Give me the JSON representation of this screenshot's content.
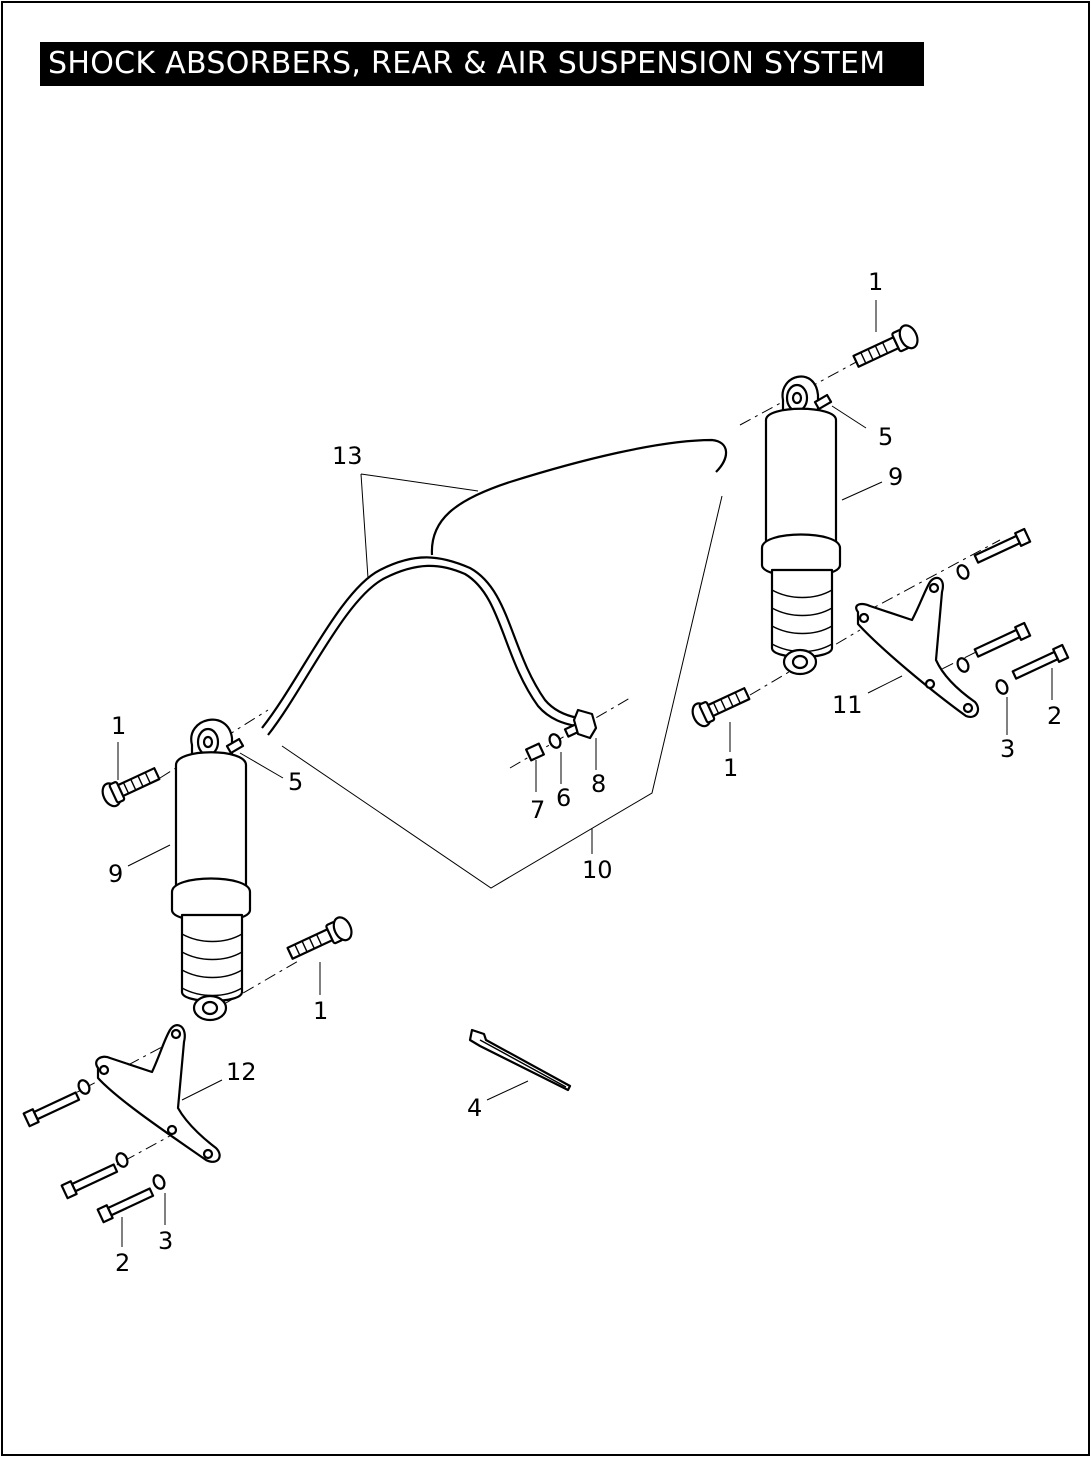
{
  "title": "SHOCK ABSORBERS, REAR & AIR SUSPENSION SYSTEM",
  "callouts": {
    "c1_top_right": "1",
    "c5_right": "5",
    "c9_right": "9",
    "c11": "11",
    "c2_right": "2",
    "c3_right": "3",
    "c1_right_lower": "1",
    "c13": "13",
    "c7": "7",
    "c6": "6",
    "c8": "8",
    "c10": "10",
    "c1_left_top": "1",
    "c5_left": "5",
    "c9_left": "9",
    "c1_left_mid": "1",
    "c12": "12",
    "c4": "4",
    "c3_left": "3",
    "c2_left": "2"
  }
}
